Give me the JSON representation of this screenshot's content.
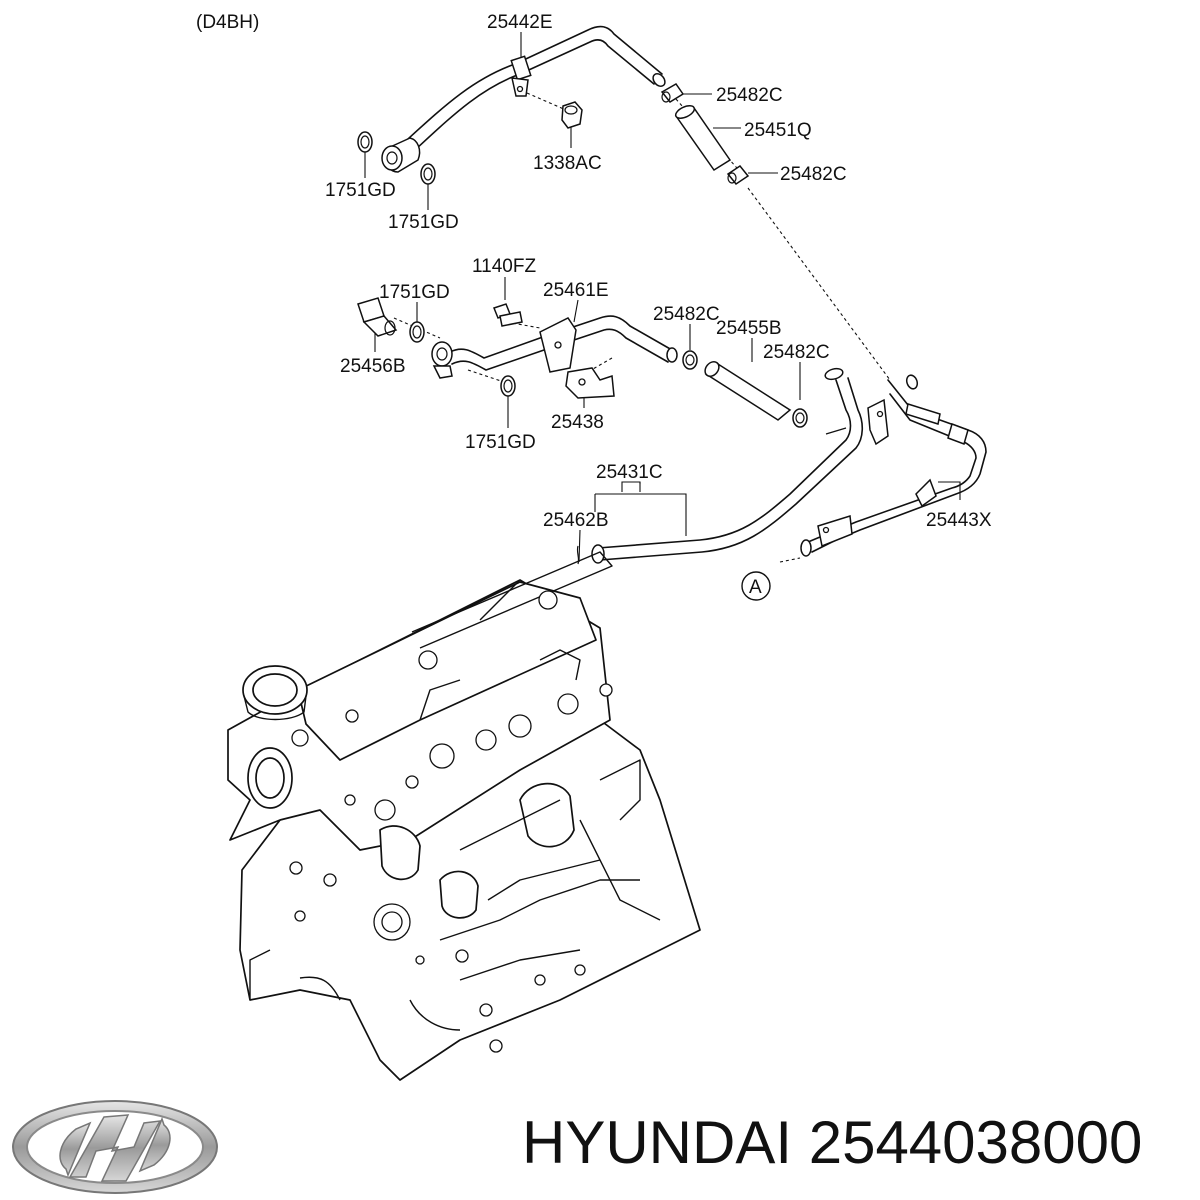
{
  "engine_code": "(D4BH)",
  "callouts": {
    "p25442E": "25442E",
    "p25482C_a": "25482C",
    "p25451Q": "25451Q",
    "p25482C_b": "25482C",
    "p1338AC": "1338AC",
    "p1751GD_a": "1751GD",
    "p1751GD_b": "1751GD",
    "p1140FZ": "1140FZ",
    "p1751GD_c": "1751GD",
    "p25461E": "25461E",
    "p25482C_c": "25482C",
    "p25455B": "25455B",
    "p25482C_d": "25482C",
    "p25456B": "25456B",
    "p25438": "25438",
    "p1751GD_d": "1751GD",
    "p25431C": "25431C",
    "p25462B": "25462B",
    "p25443X": "25443X",
    "ref_A": "A"
  },
  "caption": {
    "brand": "HYUNDAI",
    "part_number": "2544038000"
  },
  "logo": {
    "icon": "hyundai-logo-icon"
  }
}
